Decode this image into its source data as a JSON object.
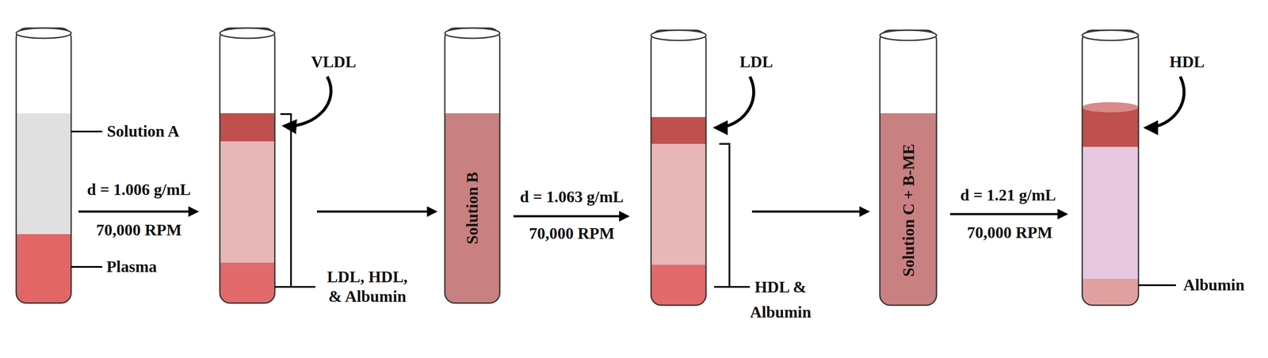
{
  "diagram": {
    "nodes": [
      {
        "text": [
          "Solution B"
        ]
      },
      {
        "text": [
          "Solution C + B-ME"
        ]
      }
    ],
    "labels": [
      "Solution A",
      "Plasma",
      "d = 1.006 g/mL",
      "70,000 RPM",
      "VLDL",
      "LDL, HDL, & Albumin",
      "d = 1.063 g/mL",
      "70,000 RPM",
      "LDL",
      "HDL & Albumin",
      "d = 1.21 g/mL",
      "70,000 RPM",
      "HDL",
      "Albumin"
    ]
  }
}
